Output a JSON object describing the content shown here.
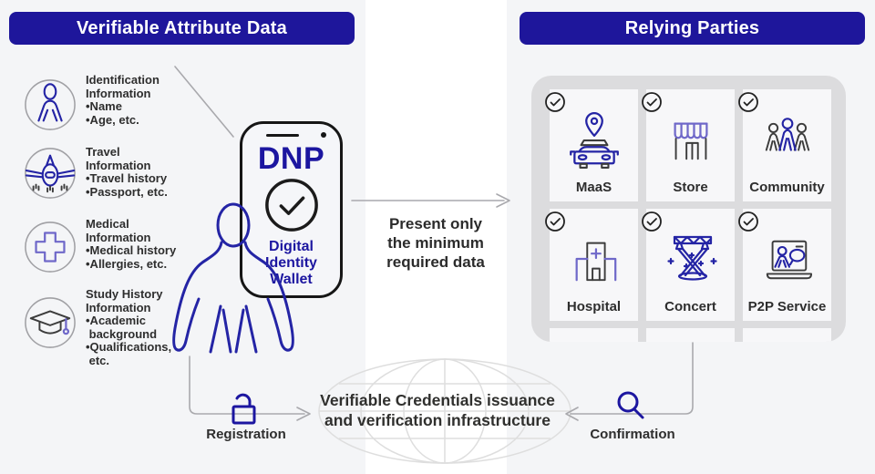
{
  "left_panel": {
    "header": "Verifiable Attribute Data",
    "attributes": [
      {
        "icon": "person-icon",
        "title": "Identification\nInformation",
        "bullets": [
          "•Name",
          "•Age, etc."
        ]
      },
      {
        "icon": "airplane-icon",
        "title": "Travel\nInformation",
        "bullets": [
          "•Travel history",
          "•Passport, etc."
        ]
      },
      {
        "icon": "medical-cross-icon",
        "title": "Medical\nInformation",
        "bullets": [
          "•Medical history",
          "•Allergies, etc."
        ]
      },
      {
        "icon": "graduation-cap-icon",
        "title": "Study History\nInformation",
        "bullets": [
          "•Academic\n background",
          "•Qualifications,\n etc."
        ]
      }
    ]
  },
  "wallet": {
    "brand": "DNP",
    "label": "Digital\nIdentity\nWallet",
    "check_icon": "check-circle-icon"
  },
  "flow": {
    "present_text": "Present only\nthe minimum\nrequired data"
  },
  "right_panel": {
    "header": "Relying Parties",
    "parties": [
      {
        "icon": "maas-car-icon",
        "label": "MaaS"
      },
      {
        "icon": "store-icon",
        "label": "Store"
      },
      {
        "icon": "community-icon",
        "label": "Community"
      },
      {
        "icon": "hospital-icon",
        "label": "Hospital"
      },
      {
        "icon": "concert-icon",
        "label": "Concert"
      },
      {
        "icon": "p2p-service-icon",
        "label": "P2P Service"
      }
    ]
  },
  "infrastructure": {
    "text": "Verifiable Credentials issuance\nand verification infrastructure",
    "registration_label": "Registration",
    "confirmation_label": "Confirmation"
  },
  "colors": {
    "accent_blue": "#1e169b",
    "icon_blue": "#2424a5",
    "icon_purple": "#6f68c9",
    "panel_gray": "#f4f5f7",
    "container_gray": "#dcdcde",
    "card_gray": "#f7f7f9",
    "connector_gray": "#a9a9ad"
  }
}
